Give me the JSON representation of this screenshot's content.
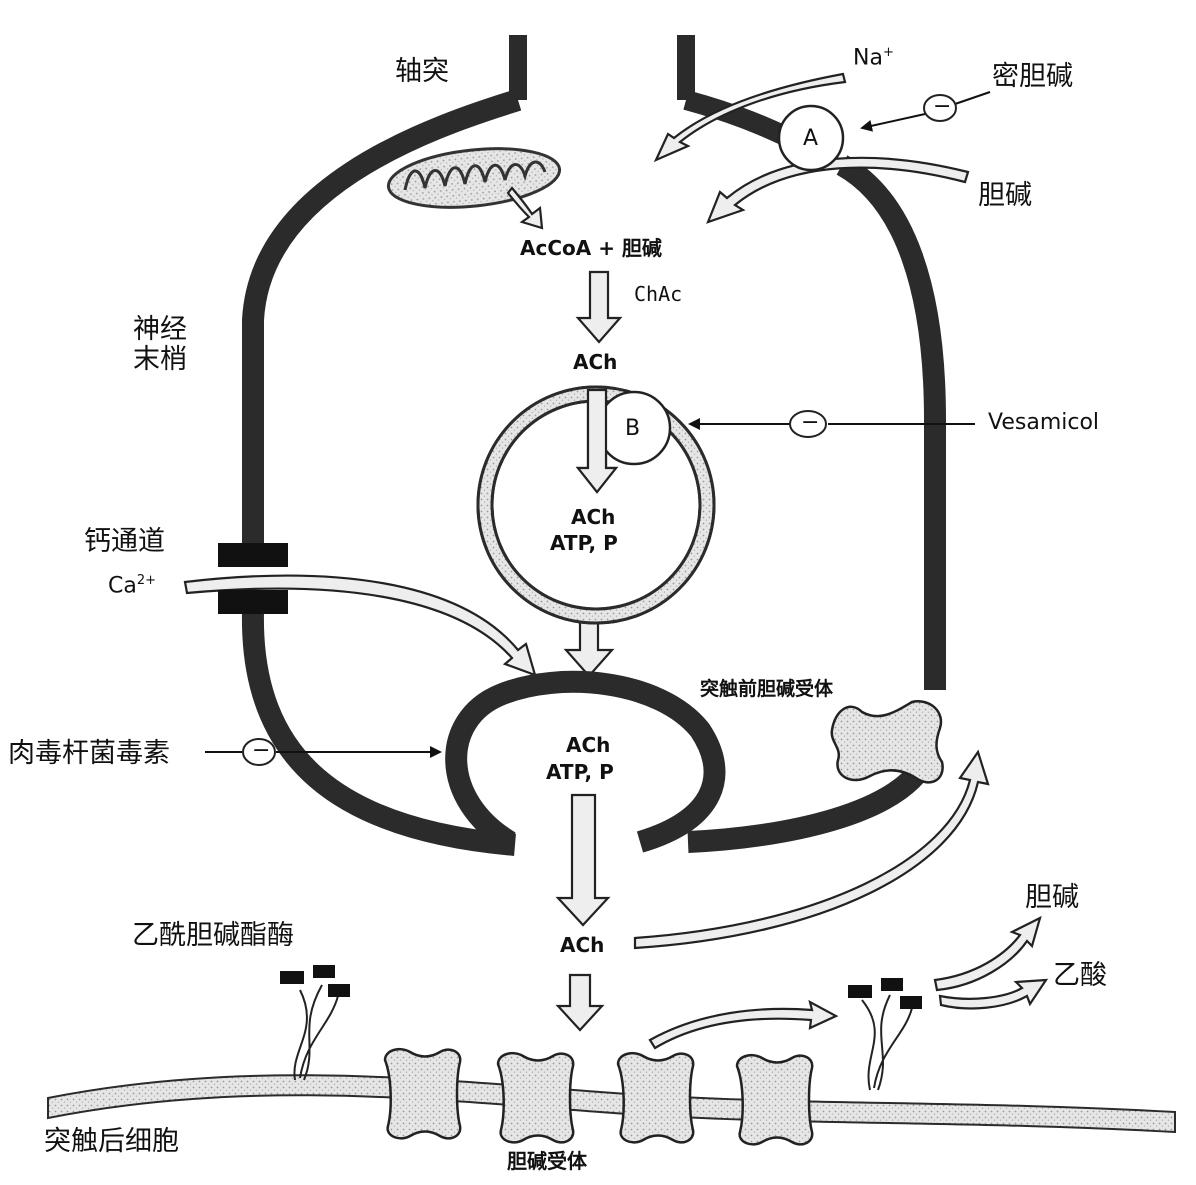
{
  "labels": {
    "axon": "轴突",
    "nerve_terminal_1": "神经",
    "nerve_terminal_2": "末梢",
    "calcium_channel": "钙通道",
    "calcium_ion": "Ca",
    "calcium_charge": "2+",
    "botulinum_toxin": "肉毒杆菌毒素",
    "acetylcholinesterase": "乙酰胆碱酯酶",
    "postsynaptic_cell": "突触后细胞",
    "choline_receptor": "胆碱受体",
    "presynaptic_receptor": "突触前胆碱受体",
    "sodium_ion": "Na",
    "sodium_charge": "+",
    "hemicholinium": "密胆碱",
    "choline_in": "胆碱",
    "choline_out": "胆碱",
    "acetate": "乙酸",
    "vesamicol": "Vesamicol",
    "accoa_choline": "AcCoA + 胆碱",
    "chac": "ChAc",
    "ach_cytoplasm": "ACh",
    "ach_vesicle_1": "ACh",
    "atp_p_vesicle_1": "ATP, P",
    "ach_vesicle_2": "ACh",
    "atp_p_vesicle_2": "ATP, P",
    "ach_cleft": "ACh",
    "transporter_a": "A",
    "transporter_b": "B",
    "inhibit_symbol": "−"
  },
  "colors": {
    "membrane": "#2b2b2b",
    "ink": "#111111",
    "vesicle_fill": "#cfcfcf",
    "arrow_fill": "#eeeeee"
  }
}
